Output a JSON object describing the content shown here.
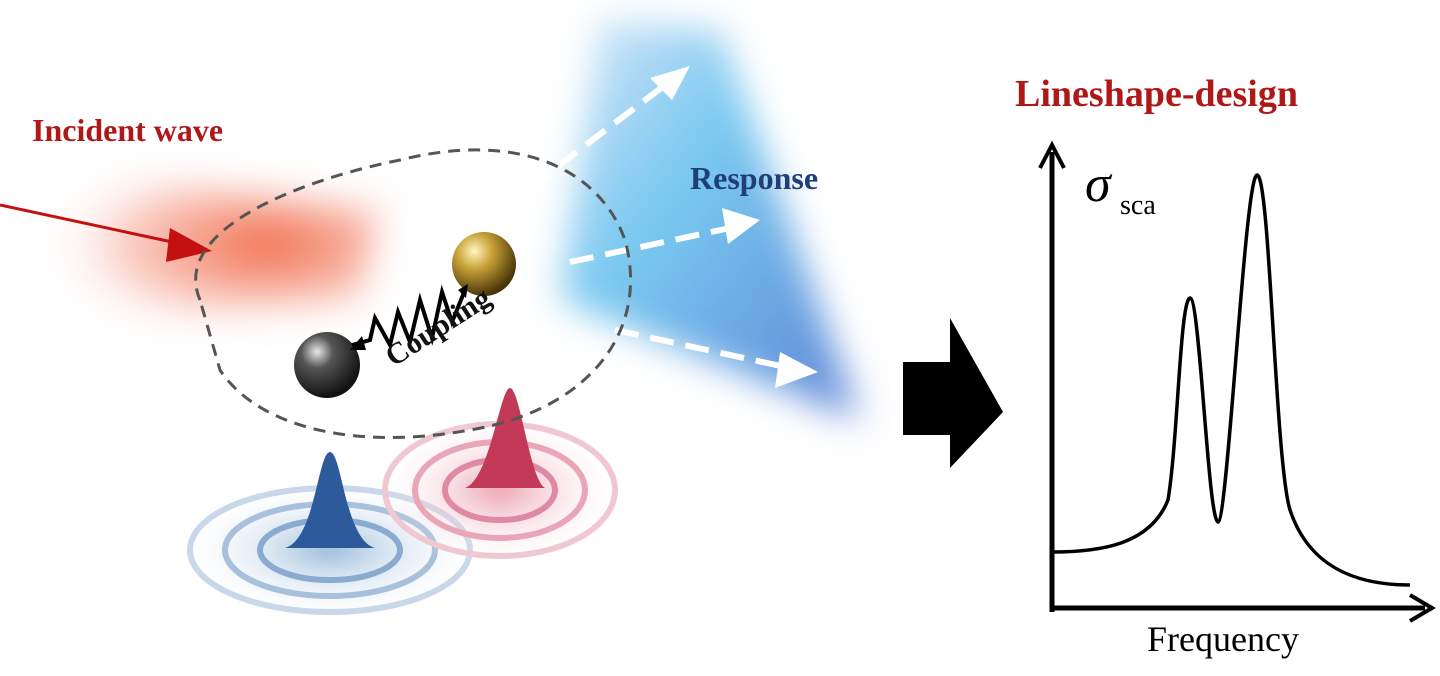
{
  "labels": {
    "incident_wave": "Incident wave",
    "response": "Response",
    "coupling": "Coupling",
    "lineshape_design": "Lineshape-design"
  },
  "colors": {
    "incident_red": "#b01818",
    "response_blue": "#1f3f78",
    "gold_sphere": "#b8942a",
    "dark_sphere": "#333333"
  },
  "chart_data": {
    "type": "line",
    "title": "Lineshape-design",
    "ylabel": "σ",
    "ylabel_subscript": "sca",
    "xlabel": "Frequency",
    "description_points": [
      {
        "x": 0.0,
        "y": 0.14
      },
      {
        "x": 0.38,
        "y": 0.68
      },
      {
        "x": 0.45,
        "y": 0.2
      },
      {
        "x": 0.55,
        "y": 0.93
      },
      {
        "x": 1.0,
        "y": 0.05
      }
    ]
  }
}
